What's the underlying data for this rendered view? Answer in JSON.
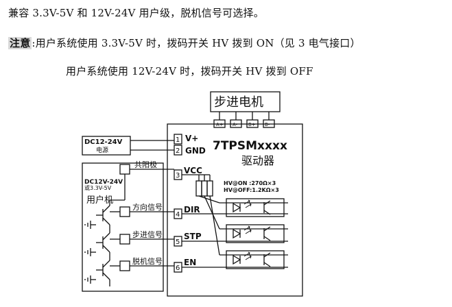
{
  "intro": {
    "line1": "兼容 3.3V-5V 和 12V-24V 用户级，脱机信号可选择。",
    "note_label": "注意",
    "note_text": ":用户系统使用 3.3V-5V 时，拨码开关 HV 拨到 ON（见 3 电气接口）",
    "line3": "用户系统使用 12V-24V 时，拨码开关 HV 拨到 OFF"
  },
  "diagram": {
    "motor_title": "步进电机",
    "motor_pins": [
      "A+",
      "A-",
      "B+",
      "B-"
    ],
    "driver_model": "7TPSMxxxx",
    "driver_subtitle": "驱动器",
    "power_box": {
      "voltage": "DC12-24V",
      "label": "电源"
    },
    "terminals": [
      {
        "num": "1",
        "name": "V+"
      },
      {
        "num": "2",
        "name": "GND"
      },
      {
        "num": "3",
        "name": "VCC"
      },
      {
        "num": "4",
        "name": "DIR"
      },
      {
        "num": "5",
        "name": "STP"
      },
      {
        "num": "6",
        "name": "EN"
      }
    ],
    "user_box": {
      "voltage_line1": "DC12V-24V",
      "voltage_line2": "或3.3V-5V",
      "label": "用户机"
    },
    "signals": {
      "common": "共阳极",
      "dir": "方向信号",
      "stp": "步进信号",
      "en": "脱机信号"
    },
    "hv_on": "HV@ON :270Ω×3",
    "hv_off": "HV@OFF:1.2KΩ×3",
    "colors": {
      "ink": "#111111",
      "note_bg": "#d9d9d9"
    }
  }
}
